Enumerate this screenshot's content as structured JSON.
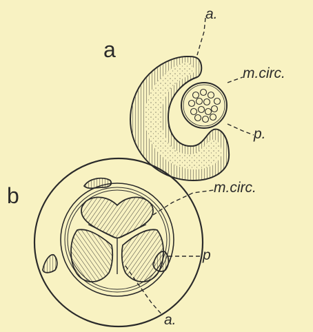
{
  "panels": {
    "a": {
      "letter": "a",
      "label_a": "a.",
      "label_mcirc": "m.circ.",
      "label_p": "p."
    },
    "b": {
      "letter": "b",
      "label_mcirc": "m.circ.",
      "label_p": "p",
      "label_a": "a."
    }
  },
  "colors": {
    "background": "#f8f2c2",
    "ink": "#2a2a2a"
  }
}
